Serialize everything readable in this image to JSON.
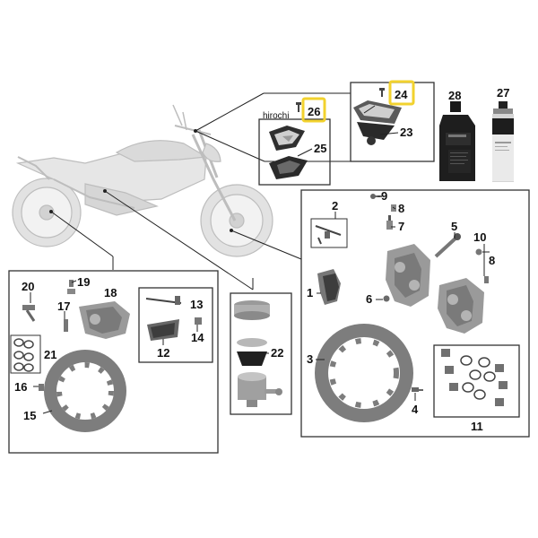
{
  "watermark": "hirochi",
  "callouts": {
    "c1": "1",
    "c2": "2",
    "c3": "3",
    "c4": "4",
    "c5": "5",
    "c6": "6",
    "c7": "7",
    "c8a": "8",
    "c8b": "8",
    "c9": "9",
    "c10": "10",
    "c11": "11",
    "c12": "12",
    "c13": "13",
    "c14": "14",
    "c15": "15",
    "c16": "16",
    "c17": "17",
    "c18": "18",
    "c19": "19",
    "c20": "20",
    "c21": "21",
    "c22": "22",
    "c23": "23",
    "c24": "24",
    "c25": "25",
    "c26": "26",
    "c27": "27",
    "c28": "28"
  },
  "colors": {
    "highlight": "#f2d22e",
    "frame": "#333333",
    "ghost_bike": "#c9c9c9",
    "part_dark": "#3a3a3a",
    "part_mid": "#8a8a8a"
  }
}
